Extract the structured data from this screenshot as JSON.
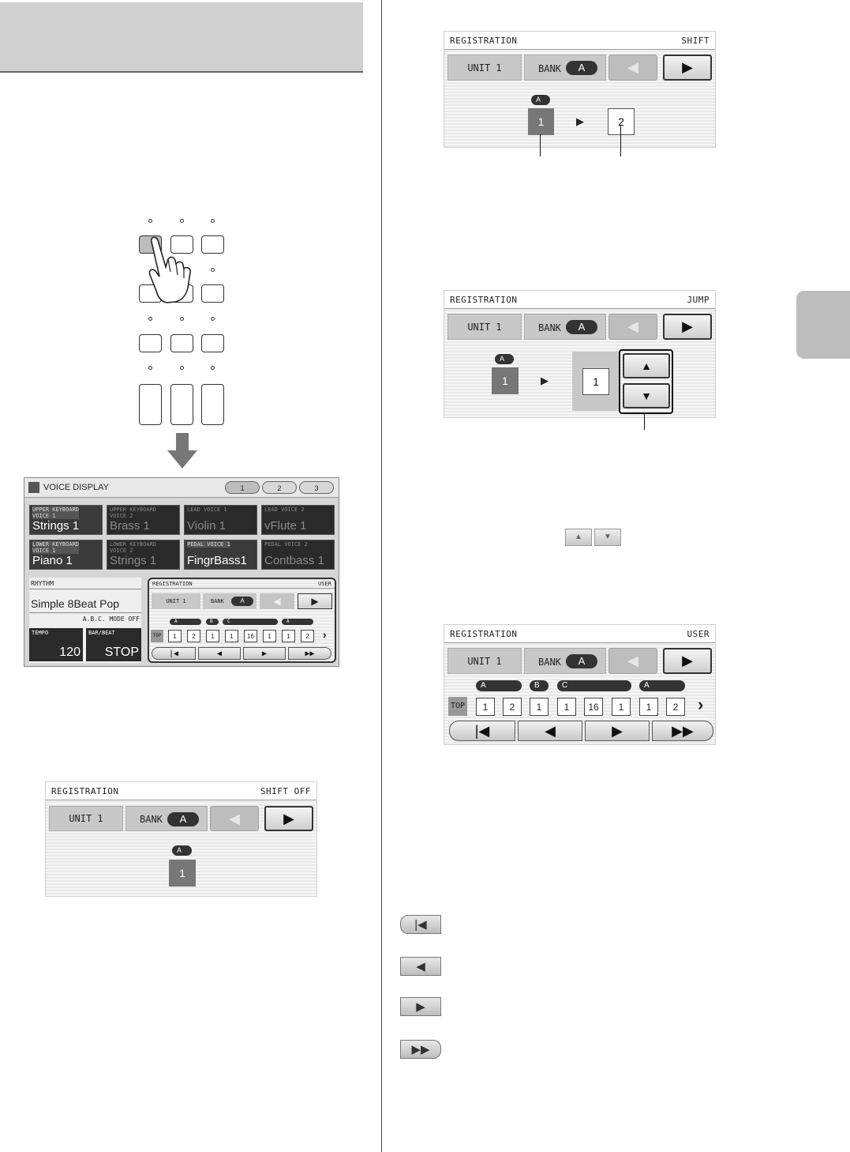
{
  "icons": {
    "up_arrow": "▲",
    "down_arrow": "▼",
    "left_arrow": "◀",
    "right_arrow": "▶",
    "top_arrow": "|◀",
    "ff_arrow": "▶▶",
    "more_arrow": "›"
  },
  "shift_panel": {
    "header_left": "REGISTRATION",
    "header_right": "SHIFT",
    "unit": "UNIT  1",
    "bank_label": "BANK",
    "bank_value": "A",
    "tag": "A",
    "current": "1",
    "next": "2"
  },
  "jump_panel": {
    "header_left": "REGISTRATION",
    "header_right": "JUMP",
    "unit": "UNIT  1",
    "bank_label": "BANK",
    "bank_value": "A",
    "tag": "A",
    "current": "1",
    "target": "1"
  },
  "user_panel": {
    "header_left": "REGISTRATION",
    "header_right": "USER",
    "unit": "UNIT  1",
    "bank_label": "BANK",
    "bank_value": "A",
    "groups": [
      "A",
      "B",
      "C",
      "A"
    ],
    "top_label": "TOP",
    "sequence": [
      "1",
      "2",
      "1",
      "1",
      "16",
      "1",
      "1",
      "2"
    ]
  },
  "shift_off_panel": {
    "header_left": "REGISTRATION",
    "header_right": "SHIFT  OFF",
    "unit": "UNIT  1",
    "bank_label": "BANK",
    "bank_value": "A",
    "tag": "A",
    "current": "1"
  },
  "voice_display": {
    "title": "VOICE DISPLAY",
    "pages": [
      "1",
      "2",
      "3"
    ],
    "voices": [
      {
        "label": "UPPER KEYBOARD\nVOICE 1",
        "value": "Strings  1"
      },
      {
        "label": "UPPER KEYBOARD\nVOICE 2",
        "value": "Brass  1"
      },
      {
        "label": "LEAD VOICE 1",
        "value": "Violin  1"
      },
      {
        "label": "LEAD VOICE 2",
        "value": "vFlute  1"
      },
      {
        "label": "LOWER KEYBOARD\nVOICE 1",
        "value": "Piano  1"
      },
      {
        "label": "LOWER KEYBOARD\nVOICE 2",
        "value": "Strings  1"
      },
      {
        "label": "PEDAL VOICE 1",
        "value": "FingrBass1"
      },
      {
        "label": "PEDAL VOICE 2",
        "value": "Contbass  1"
      }
    ],
    "rhythm_label": "RHYTHM",
    "rhythm_value": "Simple 8Beat Pop",
    "abc_mode": "A.B.C. MODE OFF",
    "tempo_label": "TEMPO",
    "tempo_value": "120",
    "barbeat_label": "BAR/BEAT",
    "barbeat_value": "STOP",
    "reg": {
      "header_left": "REGISTRATION",
      "header_right": "USER",
      "unit": "UNIT 1",
      "bank_label": "BANK",
      "bank_value": "A",
      "groups": [
        "A",
        "B",
        "C",
        "A"
      ],
      "top_label": "TOP",
      "sequence": [
        "1",
        "2",
        "1",
        "1",
        "16",
        "1",
        "1",
        "2"
      ]
    }
  }
}
